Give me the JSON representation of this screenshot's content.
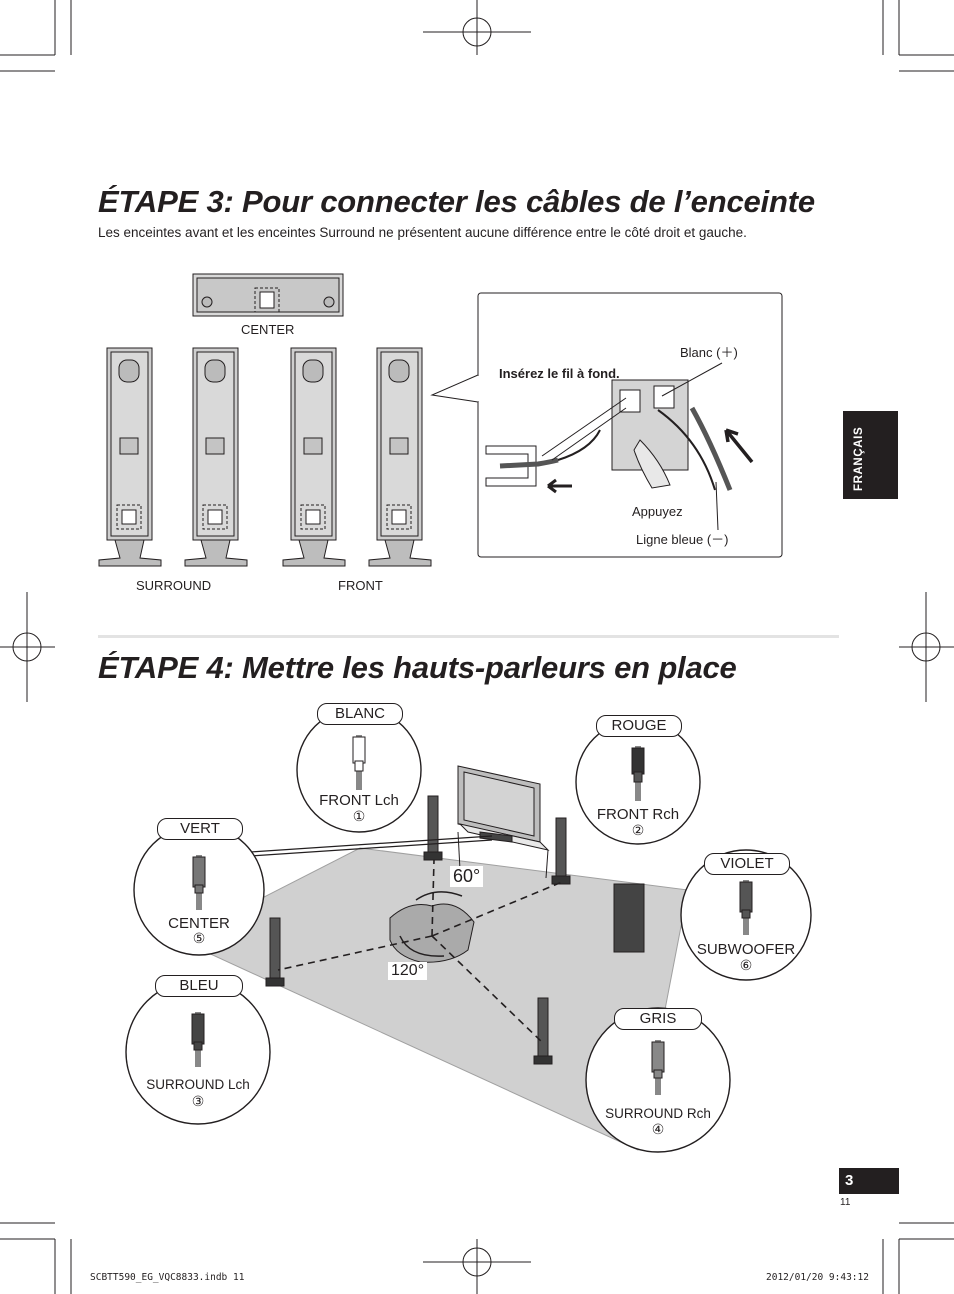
{
  "step3": {
    "title": "ÉTAPE 3: Pour connecter les câbles de l’enceinte",
    "intro": "Les enceintes avant et les enceintes Surround ne présentent aucune différence entre le côté droit et gauche.",
    "label_center": "CENTER",
    "label_surround": "SURROUND",
    "label_front": "FRONT",
    "detail": {
      "insert_text": "Insérez le fil à fond.",
      "white_label": "Blanc (＋)",
      "press_label": "Appuyez",
      "blue_label": "Ligne bleue (－)"
    }
  },
  "step4": {
    "title": "ÉTAPE 4: Mettre les hauts-parleurs en place",
    "angle_front": "60°",
    "angle_rear": "120°",
    "speakers": [
      {
        "color_label": "BLANC",
        "name": "FRONT Lch",
        "num": "①"
      },
      {
        "color_label": "ROUGE",
        "name": "FRONT Rch",
        "num": "②"
      },
      {
        "color_label": "VERT",
        "name": "CENTER",
        "num": "⑤"
      },
      {
        "color_label": "VIOLET",
        "name": "SUBWOOFER",
        "num": "⑥"
      },
      {
        "color_label": "BLEU",
        "name": "SURROUND Lch",
        "num": "③"
      },
      {
        "color_label": "GRIS",
        "name": "SURROUND Rch",
        "num": "④"
      }
    ]
  },
  "side_tab": "FRANÇAIS",
  "page_number": "3",
  "page_sub": "11",
  "footer_left": "SCBTT590_EG_VQC8833.indb   11",
  "footer_right": "2012/01/20   9:43:12"
}
